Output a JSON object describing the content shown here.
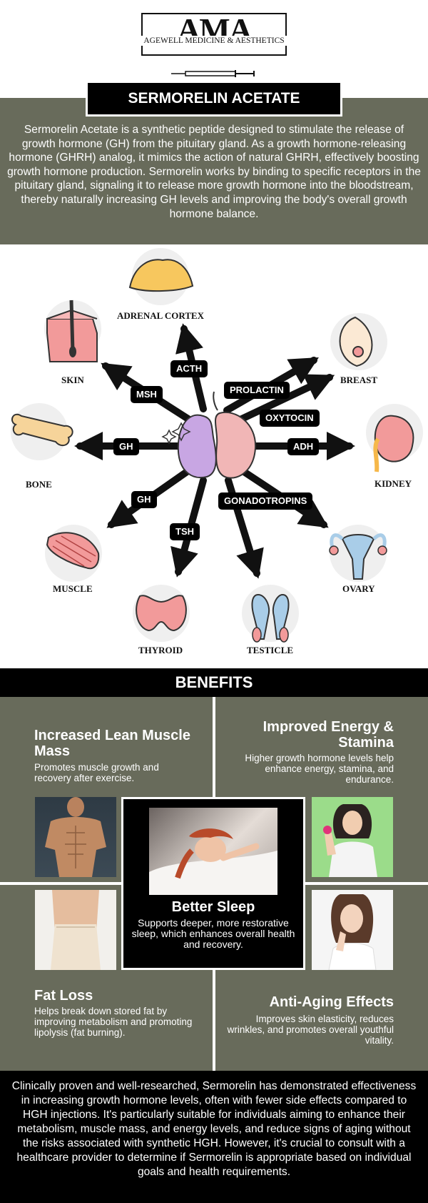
{
  "logo": {
    "letters": "AMA",
    "tagline": "AGEWELL MEDICINE & AESTHETICS"
  },
  "title": "SERMORELIN ACETATE",
  "intro": "Sermorelin Acetate is a synthetic peptide designed to stimulate the release of growth hormone (GH) from the pituitary gland. As a growth hormone-releasing hormone (GHRH) analog, it mimics the action of natural GHRH, effectively boosting growth hormone production. Sermorelin works by binding to specific receptors in the pituitary gland, signaling it to release more growth hormone into the bloodstream, thereby naturally increasing GH levels and improving the body's overall growth hormone balance.",
  "diagram": {
    "organs": {
      "adrenal": "ADRENAL CORTEX",
      "skin": "SKIN",
      "breast": "BREAST",
      "bone": "BONE",
      "kidney": "KIDNEY",
      "muscle": "MUSCLE",
      "ovary": "OVARY",
      "thyroid": "THYROID",
      "testicle": "TESTICLE"
    },
    "hormones": {
      "acth": "ACTH",
      "msh": "MSH",
      "prolactin": "PROLACTIN",
      "oxytocin": "OXYTOCIN",
      "gh_left": "GH",
      "adh": "ADH",
      "gh_lower": "GH",
      "gonadotropins": "GONADOTROPINS",
      "tsh": "TSH"
    }
  },
  "benefits": {
    "header": "BENEFITS",
    "muscle": {
      "title": "Increased Lean Muscle Mass",
      "desc": "Promotes muscle growth and recovery after exercise."
    },
    "energy": {
      "title": "Improved Energy & Stamina",
      "desc": "Higher growth hormone levels help enhance energy, stamina, and endurance."
    },
    "sleep": {
      "title": "Better Sleep",
      "desc": "Supports deeper, more restorative sleep, which enhances overall health and recovery."
    },
    "fat": {
      "title": "Fat Loss",
      "desc": "Helps break down stored fat by improving metabolism and promoting lipolysis (fat burning)."
    },
    "aging": {
      "title": "Anti-Aging Effects",
      "desc": "Improves skin elasticity, reduces wrinkles, and promotes overall youthful vitality."
    }
  },
  "footer": "Clinically proven and well-researched, Sermorelin has demonstrated effectiveness in increasing growth hormone levels, often with fewer side effects compared to HGH injections. It's particularly suitable for individuals aiming to enhance their metabolism, muscle mass, and energy levels, and reduce signs of aging without the risks associated with synthetic HGH. However, it's crucial to consult with a healthcare provider to determine if Sermorelin is appropriate based on individual goals and health requirements.",
  "colors": {
    "olive": "#686b5b",
    "black": "#000000",
    "pituitary_left": "#c8a6e3",
    "pituitary_right": "#f1b6b6"
  }
}
